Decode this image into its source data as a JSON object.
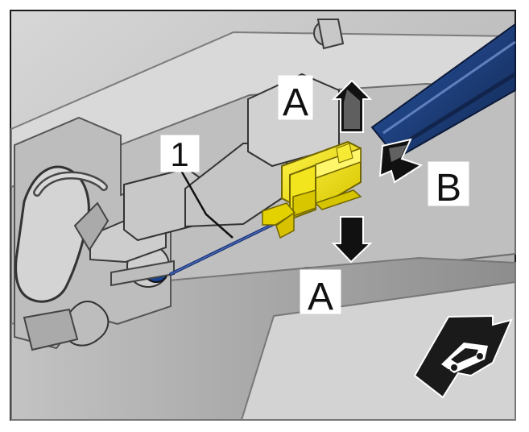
{
  "labels": {
    "part_number": "1",
    "direction_a_top": "A",
    "direction_b": "B",
    "direction_a_bottom": "A"
  },
  "icons": {
    "vehicle_direction": "car-front-arrow-icon",
    "arrow_up": "up-arrow-icon",
    "arrow_down": "down-arrow-icon",
    "arrow_b": "diagonal-arrow-icon"
  },
  "colors": {
    "clip": "#f2df18",
    "cable": "#1d3b83",
    "background_part": "#c9c9c9"
  }
}
